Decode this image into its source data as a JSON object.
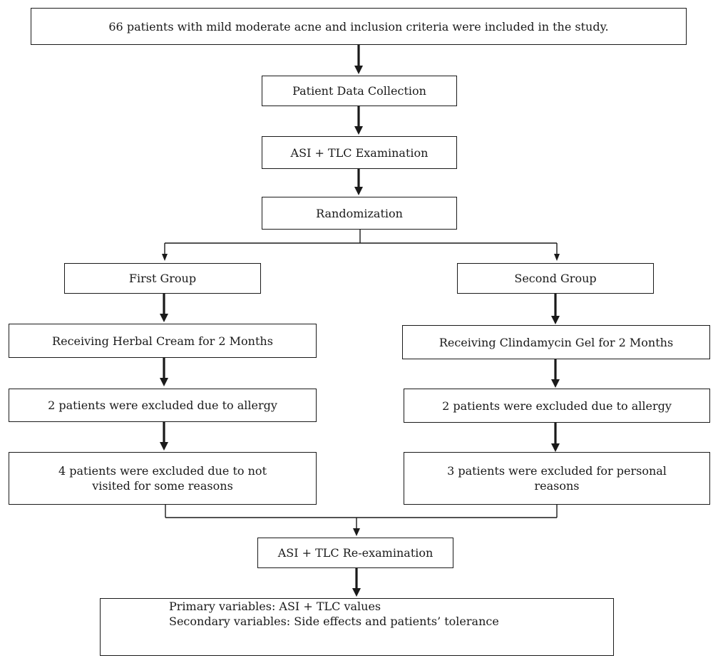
{
  "nodes": {
    "inclusion": "66 patients with mild moderate acne and inclusion criteria were included in the study.",
    "data_collection": "Patient Data Collection",
    "examination": "ASI + TLC Examination",
    "randomization": "Randomization",
    "first_group": {
      "title": "First Group",
      "treatment": "Receiving Herbal Cream for 2 Months",
      "excluded_allergy": "2 patients were excluded due to allergy",
      "excluded_other_line1": "4 patients were excluded due to not",
      "excluded_other_line2": "visited for some reasons"
    },
    "second_group": {
      "title": "Second Group",
      "treatment": "Receiving Clindamycin Gel for 2 Months",
      "excluded_allergy": "2 patients were excluded due to allergy",
      "excluded_other_line1": "3 patients were excluded for personal",
      "excluded_other_line2": "reasons"
    },
    "reexamination": "ASI + TLC Re-examination",
    "outcomes": {
      "primary": "Primary variables: ASI + TLC values",
      "secondary": "Secondary variables: Side effects and patients’ tolerance"
    }
  }
}
